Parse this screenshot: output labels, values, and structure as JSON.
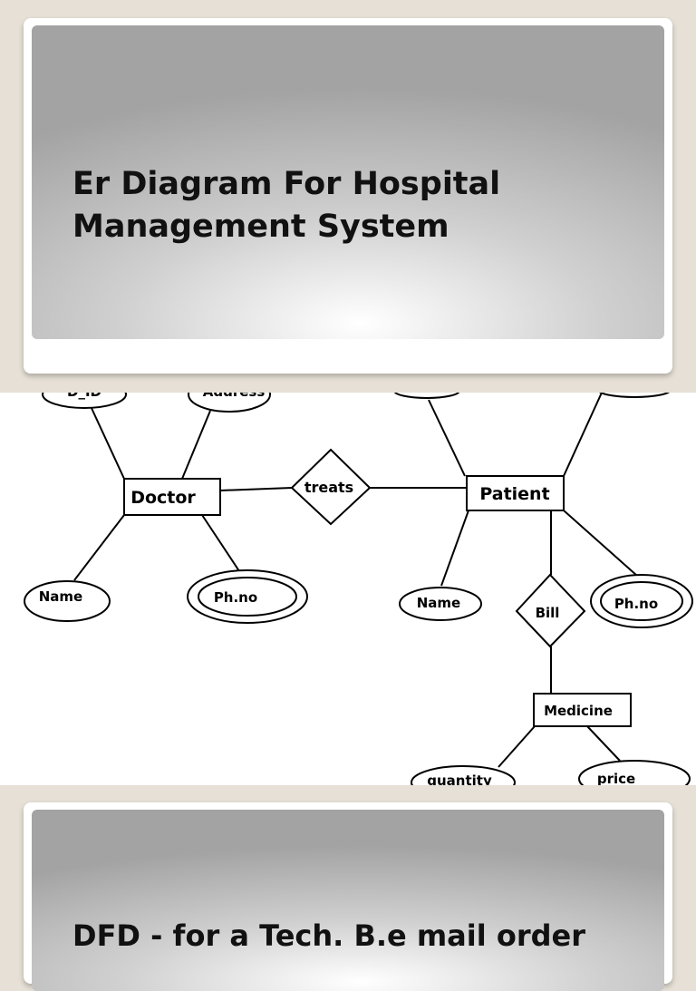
{
  "slides": [
    {
      "title": "Er Diagram For Hospital Management System"
    },
    {
      "title": "DFD - for a Tech. B.e mail order"
    }
  ],
  "diagram": {
    "entities": {
      "doctor": "Doctor",
      "patient": "Patient",
      "medicine": "Medicine"
    },
    "relationships": {
      "treats": "treats",
      "bill": "Bill"
    },
    "attributes": {
      "doctor_id": "D_ID",
      "doctor_address": "Address",
      "doctor_name": "Name",
      "doctor_phone": "Ph.no",
      "patient_name": "Name",
      "patient_phone": "Ph.no",
      "medicine_quantity": "quantity",
      "medicine_price": "price"
    }
  }
}
